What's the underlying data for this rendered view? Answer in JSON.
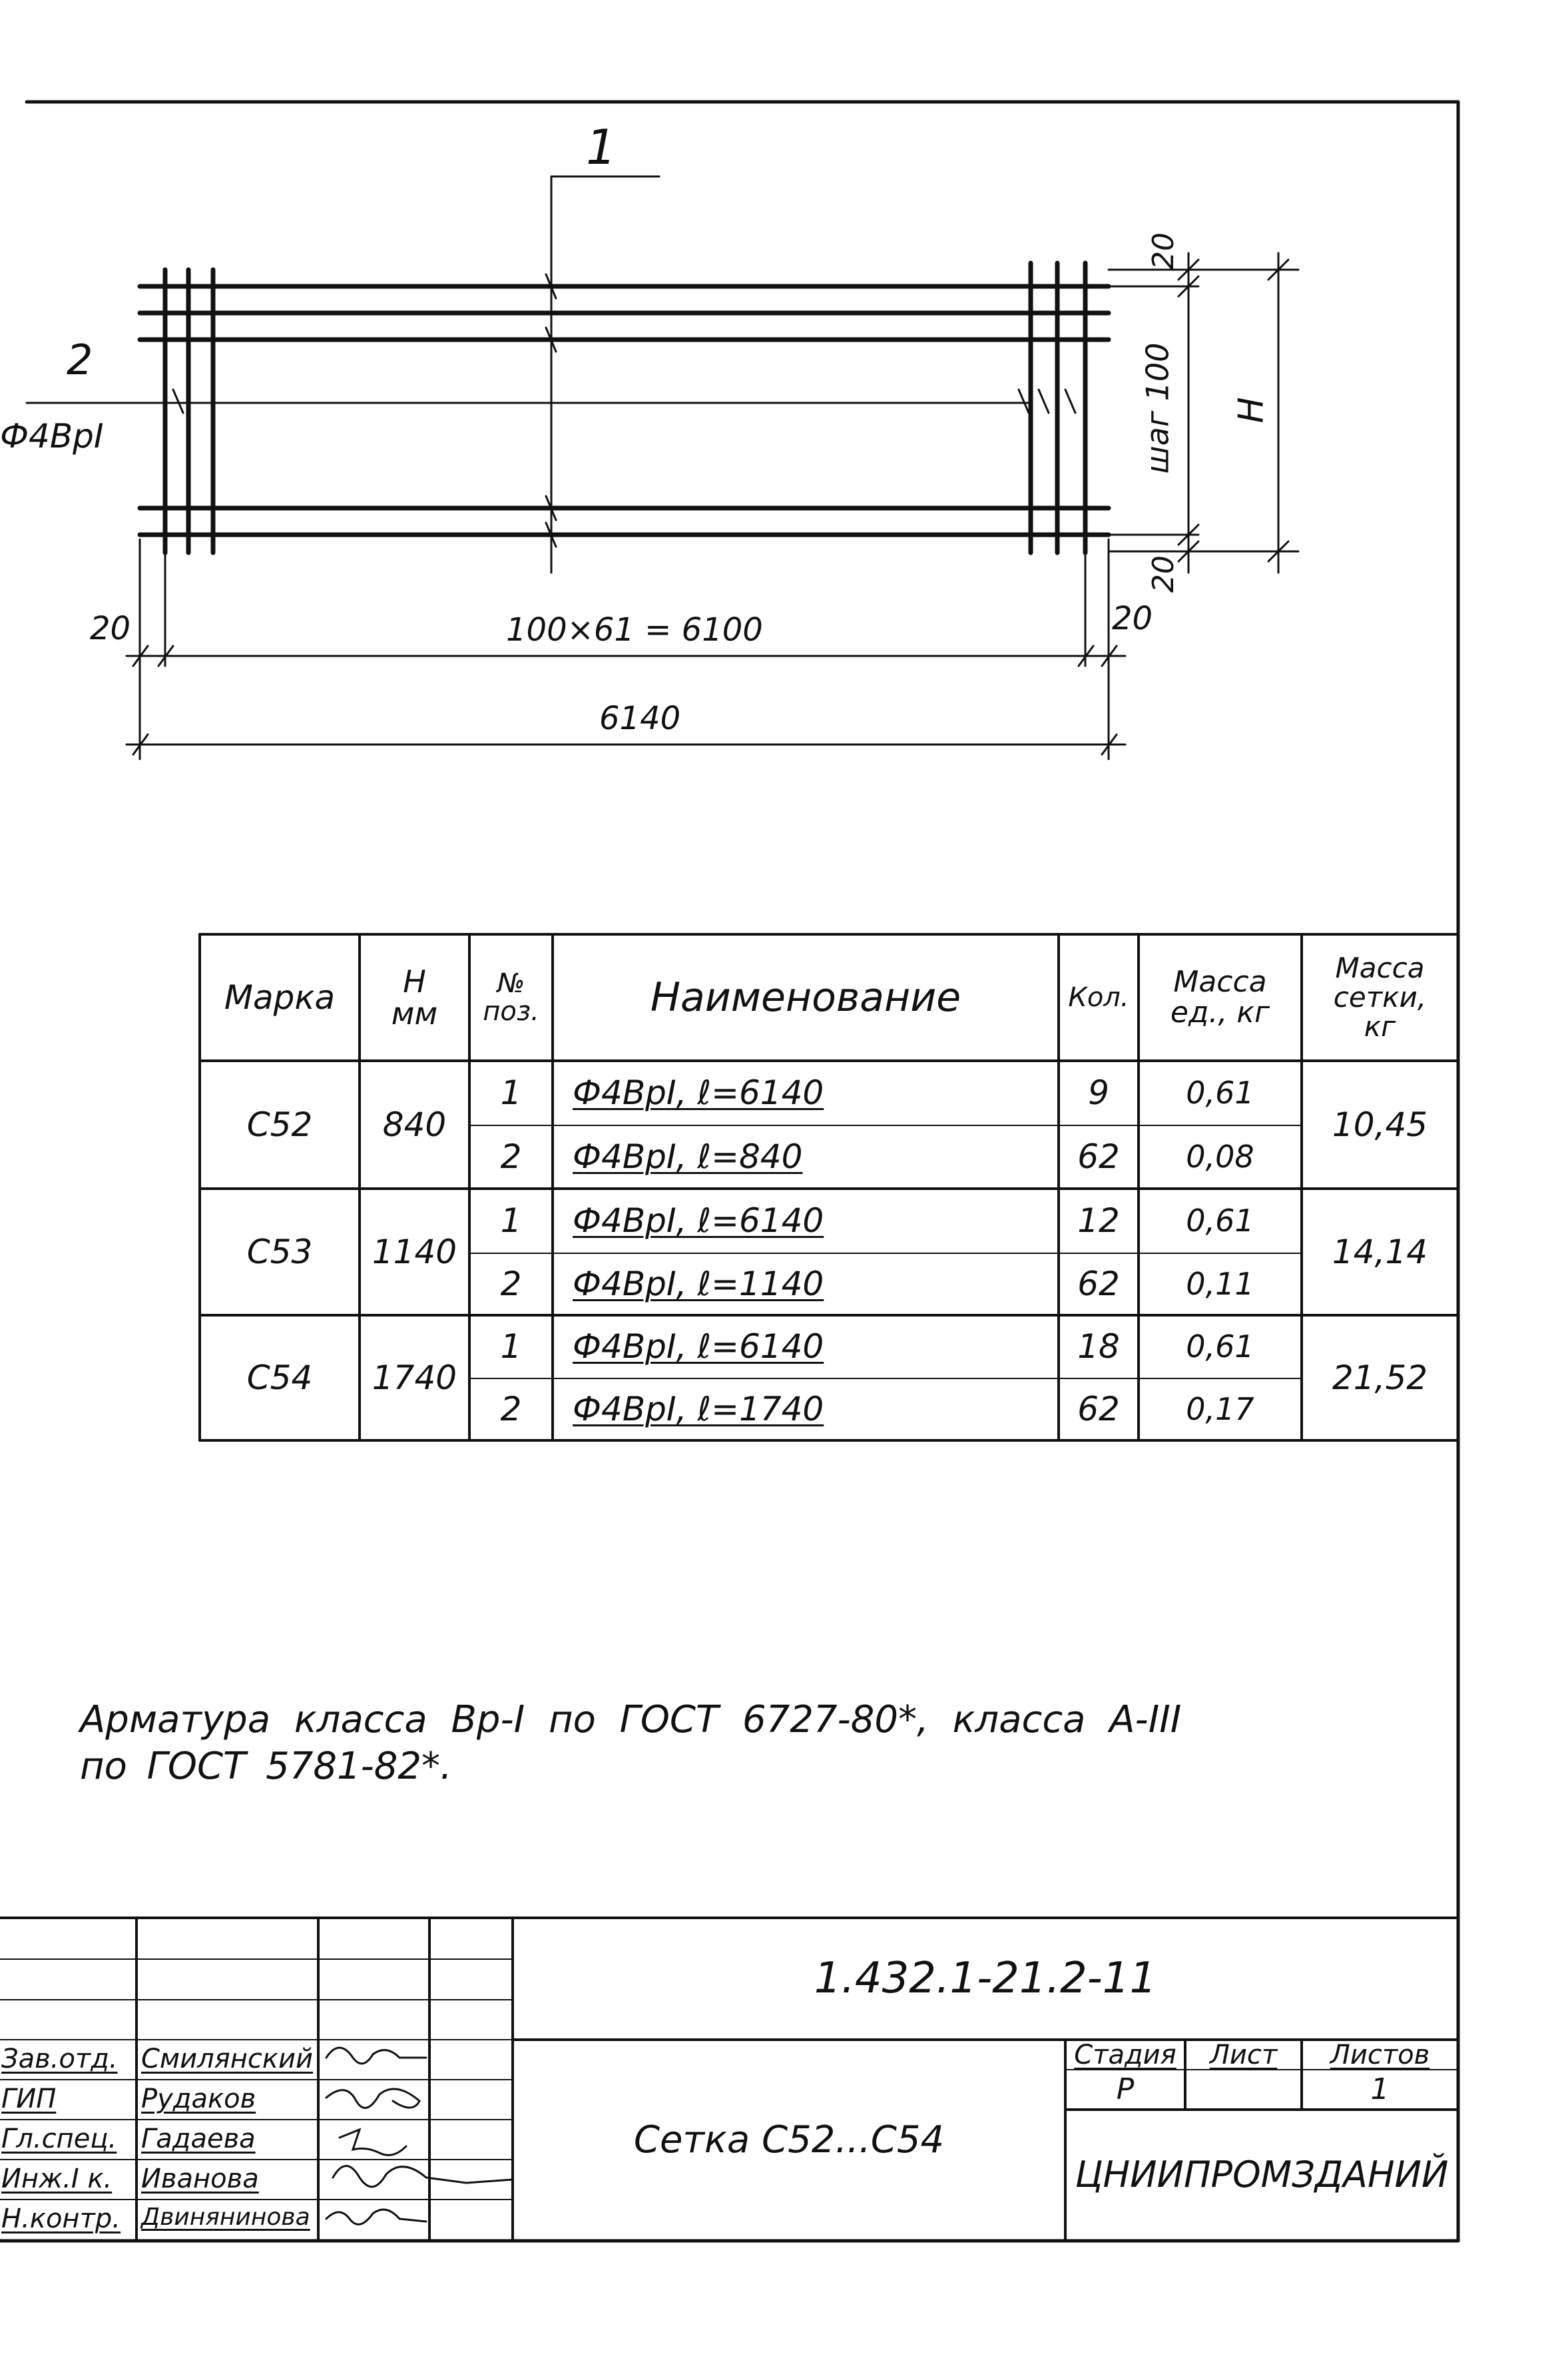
{
  "drawing": {
    "pos1_label": "1",
    "pos2_label": "2",
    "pos2_bar": "Ф4ВрI",
    "dim_left_20": "20",
    "dim_right_20": "20",
    "dim_inner": "100×61 = 6100",
    "dim_total": "6140",
    "dim_top_20": "20",
    "dim_bottom_20": "20",
    "dim_step": "шаг 100",
    "dim_h": "Н"
  },
  "table": {
    "headers": {
      "mark": "Марка",
      "h": "Н\nмм",
      "pos": "№\nпоз.",
      "name": "Наименование",
      "qty": "Кол.",
      "mass_unit": "Масса\nед., кг",
      "mass_mesh": "Масса\nсетки,\nкг"
    },
    "groups": [
      {
        "mark": "С52",
        "h": "840",
        "mass_mesh": "10,45",
        "rows": [
          {
            "pos": "1",
            "name": "Ф4ВрI, ℓ=6140",
            "qty": "9",
            "mass_unit": "0,61"
          },
          {
            "pos": "2",
            "name": "Ф4ВрI, ℓ=840",
            "qty": "62",
            "mass_unit": "0,08"
          }
        ]
      },
      {
        "mark": "С53",
        "h": "1140",
        "mass_mesh": "14,14",
        "rows": [
          {
            "pos": "1",
            "name": "Ф4ВрI, ℓ=6140",
            "qty": "12",
            "mass_unit": "0,61"
          },
          {
            "pos": "2",
            "name": "Ф4ВрI, ℓ=1140",
            "qty": "62",
            "mass_unit": "0,11"
          }
        ]
      },
      {
        "mark": "С54",
        "h": "1740",
        "mass_mesh": "21,52",
        "rows": [
          {
            "pos": "1",
            "name": "Ф4ВрI, ℓ=6140",
            "qty": "18",
            "mass_unit": "0,61"
          },
          {
            "pos": "2",
            "name": "Ф4ВрI, ℓ=1740",
            "qty": "62",
            "mass_unit": "0,17"
          }
        ]
      }
    ]
  },
  "note": {
    "line1": "Арматура класса Вр-I по ГОСТ 6727-80*, класса А-III",
    "line2": "по ГОСТ 5781-82*."
  },
  "title_block": {
    "code": "1.432.1-21.2-11",
    "title": "Сетка С52...С54",
    "stage_label": "Стадия",
    "sheet_label": "Лист",
    "sheets_label": "Листов",
    "stage": "Р",
    "sheet": "",
    "sheets": "1",
    "org": "ЦНИИПРОМЗДАНИЙ",
    "signers": [
      {
        "role": "Зав.отд.",
        "name": "Смилянский"
      },
      {
        "role": "ГИП",
        "name": "Рудаков"
      },
      {
        "role": "Гл.спец.",
        "name": "Гадаева"
      },
      {
        "role": "Инж.I к.",
        "name": "Иванова"
      },
      {
        "role": "Н.контр.",
        "name": "Двинянинова"
      }
    ]
  }
}
